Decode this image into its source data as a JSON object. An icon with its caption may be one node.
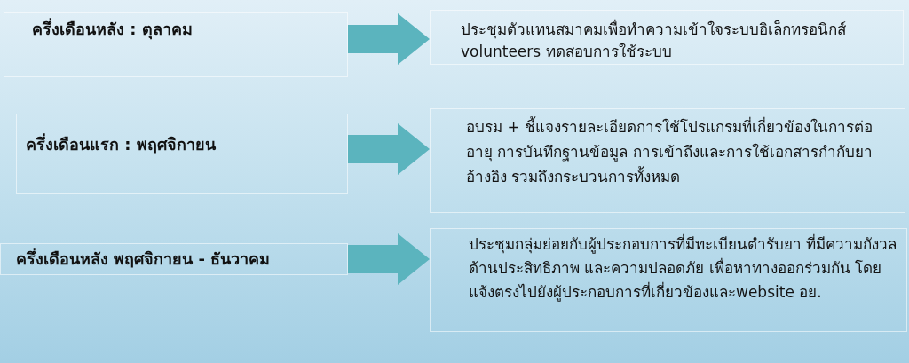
{
  "diagram": {
    "nodes": [
      {
        "text": [
          "ครึ่งเดือนหลัง : ตุลาคม"
        ]
      },
      {
        "text": [
          "ประชุมตัวแทนสมาคมเพื่อทำความเข้าใจระบบอิเล็กทรอนิกส์ volunteers ทดสอบการใช้ระบบ"
        ]
      },
      {
        "text": [
          "ครึ่งเดือนแรก : พฤศจิกายน"
        ]
      },
      {
        "text": [
          "อบรม + ชี้แจงรายละเอียดการใช้โปรแกรมที่เกี่ยวข้องในการต่ออายุ การบันทึกฐานข้อมูล การเข้าถึงและการใช้เอกสารกำกับยาอ้างอิง รวมถึงกระบวนการทั้งหมด"
        ]
      },
      {
        "text": [
          "ครึ่งเดือนหลัง พฤศจิกายน - ธันวาคม"
        ]
      },
      {
        "text": [
          "ประชุมกลุ่มย่อยกับผู้ประกอบการที่มีทะเบียนตำรับยา ที่มีความกังวลด้านประสิทธิภาพ และความปลอดภัย เพื่อหาทางออกร่วมกัน โดยแจ้งตรงไปยังผู้ประกอบการที่เกี่ยวข้องและwebsite อย."
        ]
      }
    ],
    "edges": [
      {
        "from": 0,
        "to": 1,
        "arrow": "to"
      },
      {
        "from": 2,
        "to": 3,
        "arrow": "to"
      },
      {
        "from": 4,
        "to": 5,
        "arrow": "to"
      }
    ]
  }
}
